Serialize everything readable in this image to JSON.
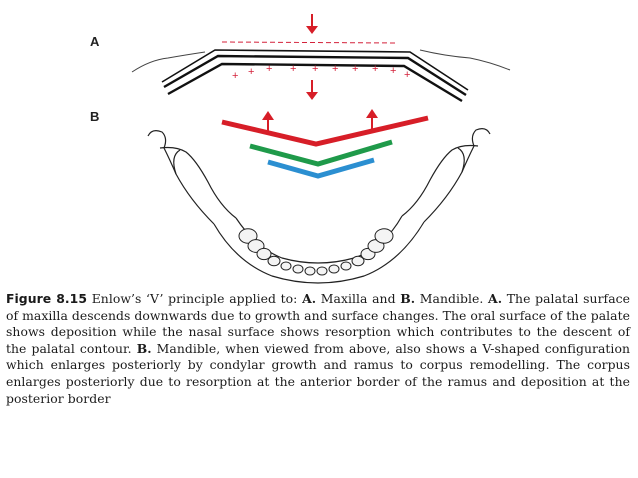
{
  "figure": {
    "panel_a_label": "A",
    "panel_b_label": "B",
    "colors": {
      "deposition": "#d4213a",
      "resorption": "#d4213a",
      "outline": "#111111",
      "v_red": "#d71e28",
      "v_green": "#1f9a4a",
      "v_blue": "#2b8fd1",
      "arrow": "#d71e28"
    },
    "deposition_symbol": "+",
    "resorption_symbol": "−"
  },
  "caption": {
    "figure_number": "Figure 8.15",
    "intro": " Enlow’s ‘V’ principle applied to: ",
    "label_a": "A.",
    "text_a": " Maxilla and ",
    "label_b": "B.",
    "text_b": " Mandible. ",
    "label_a2": "A.",
    "text_a2": " The palatal surface of maxilla descends downwards due to growth and surface changes. The oral surface of the palate shows deposition while the nasal surface shows resorption which contributes to the descent of the palatal contour. ",
    "label_b2": "B.",
    "text_b2": " Mandible, when viewed from above, also shows a V-shaped configuration which enlarges posteriorly by condylar growth and ramus to corpus remodelling. The corpus enlarges posteriorly due to resorption at the anterior border of the ramus and deposition at the posterior border"
  }
}
